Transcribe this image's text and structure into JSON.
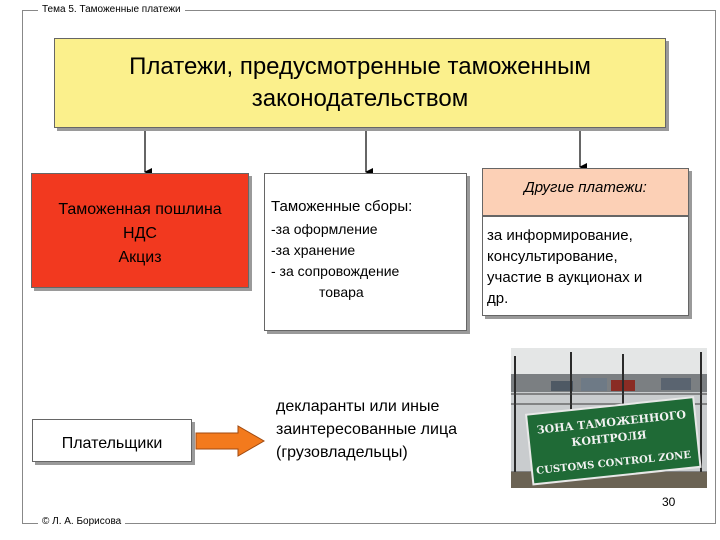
{
  "header": {
    "topic": "Тема 5. Таможенные платежи"
  },
  "title": {
    "line1": "Платежи, предусмотренные таможенным",
    "line2": "законодательством"
  },
  "duties_box": {
    "items": [
      "Таможенная пошлина",
      "НДС",
      "Акциз"
    ]
  },
  "fees_box": {
    "title": "Таможенные сборы:",
    "items": [
      "-за оформление",
      "-за хранение",
      "- за сопровождение",
      "товара"
    ]
  },
  "other_box": {
    "title": "Другие платежи:",
    "items": [
      "за информирование,",
      "консультирование,",
      "участие в аукционах и",
      "др."
    ]
  },
  "payers_box": {
    "label": "Плательщики"
  },
  "declarants": {
    "lines": [
      "декларанты или иные",
      "заинтересованные лица",
      "(грузовладельцы)"
    ]
  },
  "photo": {
    "sign_line1": "ЗОНА ТАМОЖЕННОГО",
    "sign_line2": "КОНТРОЛЯ",
    "sign_line3": "CUSTOMS CONTROL ZONE"
  },
  "colors": {
    "title_bg": "#fbf08c",
    "duties_bg": "#f2391f",
    "other_head_bg": "#fcd0b6",
    "payers_arrow": "#f37a1d",
    "sign_bg": "#1f6a36"
  },
  "page_number": "30",
  "footer": {
    "author": "© Л. А. Борисова"
  }
}
